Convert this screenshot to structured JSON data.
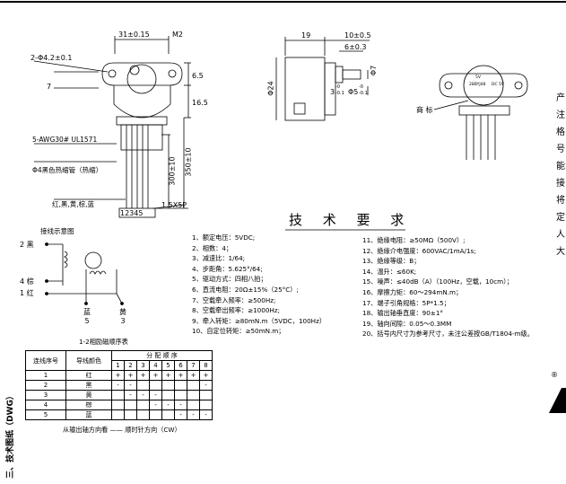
{
  "dims": {
    "width_top": "31±0.15",
    "m2": "M2",
    "hole": "2-Φ4.2±0.1",
    "dim_7": "7",
    "dim_65": "6.5",
    "dim_165": "16.5",
    "dim_19": "19",
    "dim_105": "10±0.5",
    "dim_6": "6±0.3",
    "dim_d24": "Φ24",
    "dim_d7": "Φ7",
    "dim_3": "3",
    "dim_3_tol_up": "-0",
    "dim_3_tol_dn": "-0.1",
    "dim_d5": "Φ5",
    "dim_d5_tol_up": "-0",
    "dim_d5_tol_dn": "-0.1",
    "cable": "5-AWG30# UL1571",
    "sleeve": "Φ4黑色热缩管（热缩）",
    "len_300": "300±10",
    "len_350": "350±10",
    "colors": "红,黑,黄,棕,蓝",
    "connector_pins": "12345",
    "connector": "1.5X5P"
  },
  "label_plate": {
    "label": "商 标",
    "model": "28BYJ48",
    "voltage": "5V",
    "code": "DC 5V"
  },
  "wiring": {
    "title": "接线示意图",
    "left_labels": [
      {
        "num": "2",
        "name": "黑"
      },
      {
        "num": "4",
        "name": "棕"
      },
      {
        "num": "1",
        "name": "红"
      }
    ],
    "bottom_labels": [
      {
        "name": "蓝",
        "num": "5"
      },
      {
        "name": "黄",
        "num": "3"
      }
    ]
  },
  "section_title": "技 术 要 求",
  "requirements_left": [
    "1、额定电压：5VDC;",
    "2、相数：4；",
    "3、减速比：1/64;",
    "4、步距角：5.625°/64;",
    "5、驱动方式：四相八拍；",
    "6、直流电阻：20Ω±15%（25°C）;",
    "7、空载牵入频率：≥500Hz;",
    "8、空载牵出频率：≥1000Hz;",
    "9、牵入转矩：≥80mN.m（5VDC，100Hz）",
    "10、自定位转矩：≥50mN.m；"
  ],
  "requirements_right": [
    "11、绝缘电阻：≥50MΩ（500V）;",
    "12、绝缘介电强度：600VAC/1mA/1s;",
    "13、绝缘等级：B；",
    "14、温升：≤60K;",
    "15、噪声：≤40dB（A）（100Hz，空载，10cm）；",
    "16、摩擦力矩：60～294mN.m；",
    "17、端子引角规格：5P*1.5；",
    "18、输出轴垂直度：90±1°",
    "19、轴向间隙：0.05～0.3MM",
    "20、括号内尺寸为参考尺寸，未注公差按GB/T1804-m级。"
  ],
  "seq_table": {
    "title": "1-2相励磁顺序表",
    "header_no": "连线序号",
    "header_color": "导线颜色",
    "header_seq": "分 配 顺 序",
    "steps": [
      "1",
      "2",
      "3",
      "4",
      "5",
      "6",
      "7",
      "8"
    ],
    "rows": [
      {
        "no": "1",
        "color": "红",
        "cells": [
          "+",
          "+",
          "+",
          "+",
          "+",
          "+",
          "+",
          "+"
        ]
      },
      {
        "no": "2",
        "color": "黑",
        "cells": [
          "-",
          "-",
          "",
          "",
          "",
          "",
          "",
          "-"
        ]
      },
      {
        "no": "3",
        "color": "黄",
        "cells": [
          "",
          "-",
          "-",
          "-",
          "",
          "",
          "",
          ""
        ]
      },
      {
        "no": "4",
        "color": "棕",
        "cells": [
          "",
          "",
          "",
          "-",
          "-",
          "-",
          "",
          ""
        ]
      },
      {
        "no": "5",
        "color": "蓝",
        "cells": [
          "",
          "",
          "",
          "",
          "",
          "-",
          "-",
          "-"
        ]
      }
    ],
    "caption": "从输出轴方向看 —— 顺时针方向（CW）"
  },
  "side_label": "三、技术图纸（DWG）",
  "right_fragments": [
    "产",
    "注",
    "格",
    "号",
    "能",
    "接",
    "将",
    "定",
    "人",
    "大"
  ],
  "registered_mark": "®"
}
